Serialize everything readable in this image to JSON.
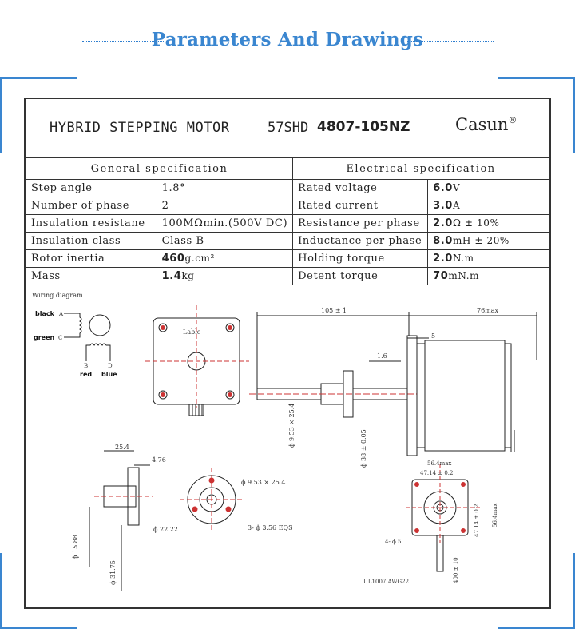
{
  "banner": {
    "title": "Parameters And Drawings"
  },
  "header": {
    "title": "HYBRID STEPPING MOTOR",
    "model_prefix": "57SHD",
    "model_number": "4807-105NZ",
    "brand": "Casun",
    "brand_mark": "®"
  },
  "general": {
    "heading": "General specification",
    "rows": [
      {
        "label": "Step angle",
        "value": "1.8°",
        "unit": ""
      },
      {
        "label": "Number of phase",
        "value": "2",
        "unit": ""
      },
      {
        "label": "Insulation resistane",
        "value": "100MΩmin.(500V DC)",
        "unit": ""
      },
      {
        "label": "Insulation class",
        "value": "Class B",
        "unit": ""
      },
      {
        "label": "Rotor inertia",
        "value": "460",
        "unit": "g.cm²"
      },
      {
        "label": "Mass",
        "value": "1.4",
        "unit": "kg"
      }
    ]
  },
  "electrical": {
    "heading": "Electrical specification",
    "rows": [
      {
        "label": "Rated voltage",
        "value": "6.0",
        "unit": "V"
      },
      {
        "label": "Rated current",
        "value": "3.0",
        "unit": "A"
      },
      {
        "label": "Resistance per phase",
        "value": "2.0",
        "unit": "Ω ± 10%"
      },
      {
        "label": "Inductance per phase",
        "value": "8.0",
        "unit": "mH ± 20%"
      },
      {
        "label": "Holding torque",
        "value": "2.0",
        "unit": "N.m"
      },
      {
        "label": "Detent torque",
        "value": "70",
        "unit": "mN.m"
      }
    ]
  },
  "drawing": {
    "wiring_title": "Wiring diagram",
    "wire_black": "black",
    "wire_green": "green",
    "wire_red": "red",
    "wire_blue": "blue",
    "pin_a": "A",
    "pin_c": "C",
    "pin_b": "B",
    "pin_d": "D",
    "lable": "Lable",
    "dim_105": "105 ± 1",
    "dim_76": "76max",
    "dim_5": "5",
    "dim_16": "1.6",
    "dim_shaft": "ϕ 9.53 × 25.4",
    "dim_38": "ϕ 38 ± 0.05",
    "dim_254": "25.4",
    "dim_476": "4.76",
    "dim_shaft2": "ϕ 9.53 × 25.4",
    "dim_2222": "ϕ 22.22",
    "dim_holes": "3- ϕ 3.56 EQS",
    "dim_1588": "ϕ 15.88",
    "dim_3175": "ϕ 31.75",
    "dim_564a": "56.4max",
    "dim_4714a": "47.14 ± 0.2",
    "dim_4714b": "47.14 ± 0.2",
    "dim_564b": "56.4max",
    "dim_45": "4- ϕ 5",
    "dim_400": "400 ± 10",
    "cable": "UL1007 AWG22"
  }
}
